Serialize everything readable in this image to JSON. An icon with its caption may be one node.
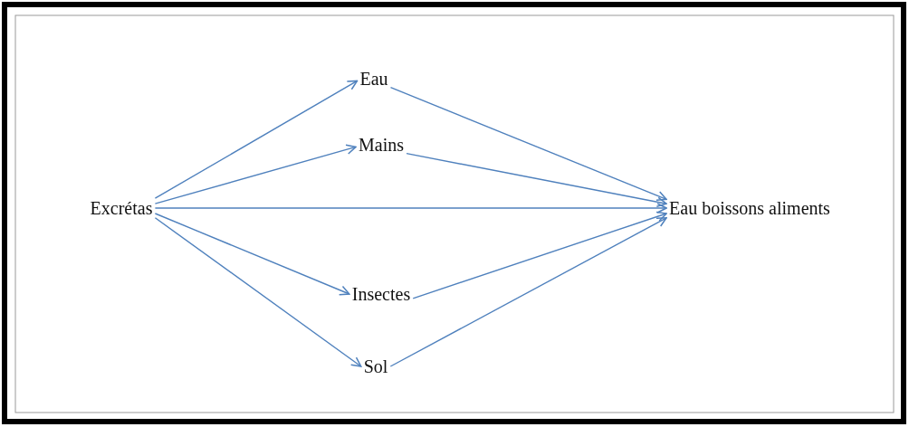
{
  "diagram": {
    "nodes": [
      {
        "text": [
          "Excrétas"
        ]
      },
      {
        "text": [
          "Eau"
        ]
      },
      {
        "text": [
          "Mains"
        ]
      },
      {
        "text": [
          "Insectes"
        ]
      },
      {
        "text": [
          "Sol"
        ]
      },
      {
        "text": [
          "Eau boissons aliments"
        ]
      }
    ],
    "edges": [
      {
        "from": 0,
        "to": 1,
        "arrow": "to"
      },
      {
        "from": 0,
        "to": 2,
        "arrow": "to"
      },
      {
        "from": 0,
        "to": 5,
        "arrow": "to"
      },
      {
        "from": 0,
        "to": 3,
        "arrow": "to"
      },
      {
        "from": 0,
        "to": 4,
        "arrow": "to"
      },
      {
        "from": 1,
        "to": 5,
        "arrow": "to"
      },
      {
        "from": 2,
        "to": 5,
        "arrow": "to"
      },
      {
        "from": 3,
        "to": 5,
        "arrow": "to"
      },
      {
        "from": 4,
        "to": 5,
        "arrow": "to"
      }
    ]
  }
}
